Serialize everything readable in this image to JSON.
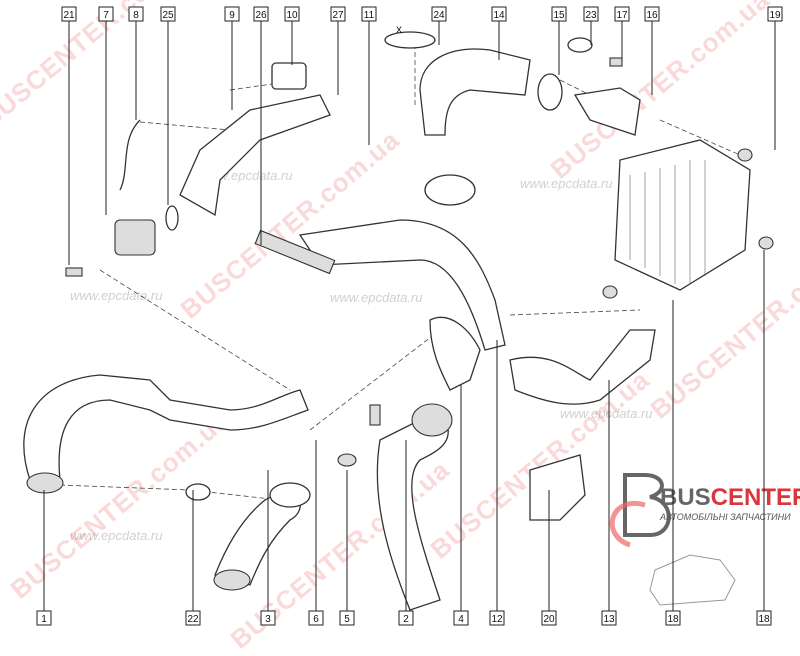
{
  "diagram": {
    "top_labels": [
      "21",
      "7",
      "8",
      "25",
      "9",
      "26",
      "10",
      "27",
      "11",
      "24",
      "14",
      "15",
      "23",
      "17",
      "16",
      "19"
    ],
    "bottom_labels": [
      "1",
      "22",
      "3",
      "6",
      "5",
      "2",
      "4",
      "12",
      "20",
      "13",
      "18",
      "18"
    ],
    "dimension_label": "X"
  },
  "watermarks": {
    "site": "BUSCENTER.com.ua",
    "epc": "www.epcdata.ru"
  },
  "logo": {
    "name_part1": "BUS",
    "name_part2": "CENTER",
    "tagline": "АВТОМОБІЛЬНІ ЗАПЧАСТИНИ",
    "color_dark": "#555555",
    "color_red": "#d9363e"
  }
}
